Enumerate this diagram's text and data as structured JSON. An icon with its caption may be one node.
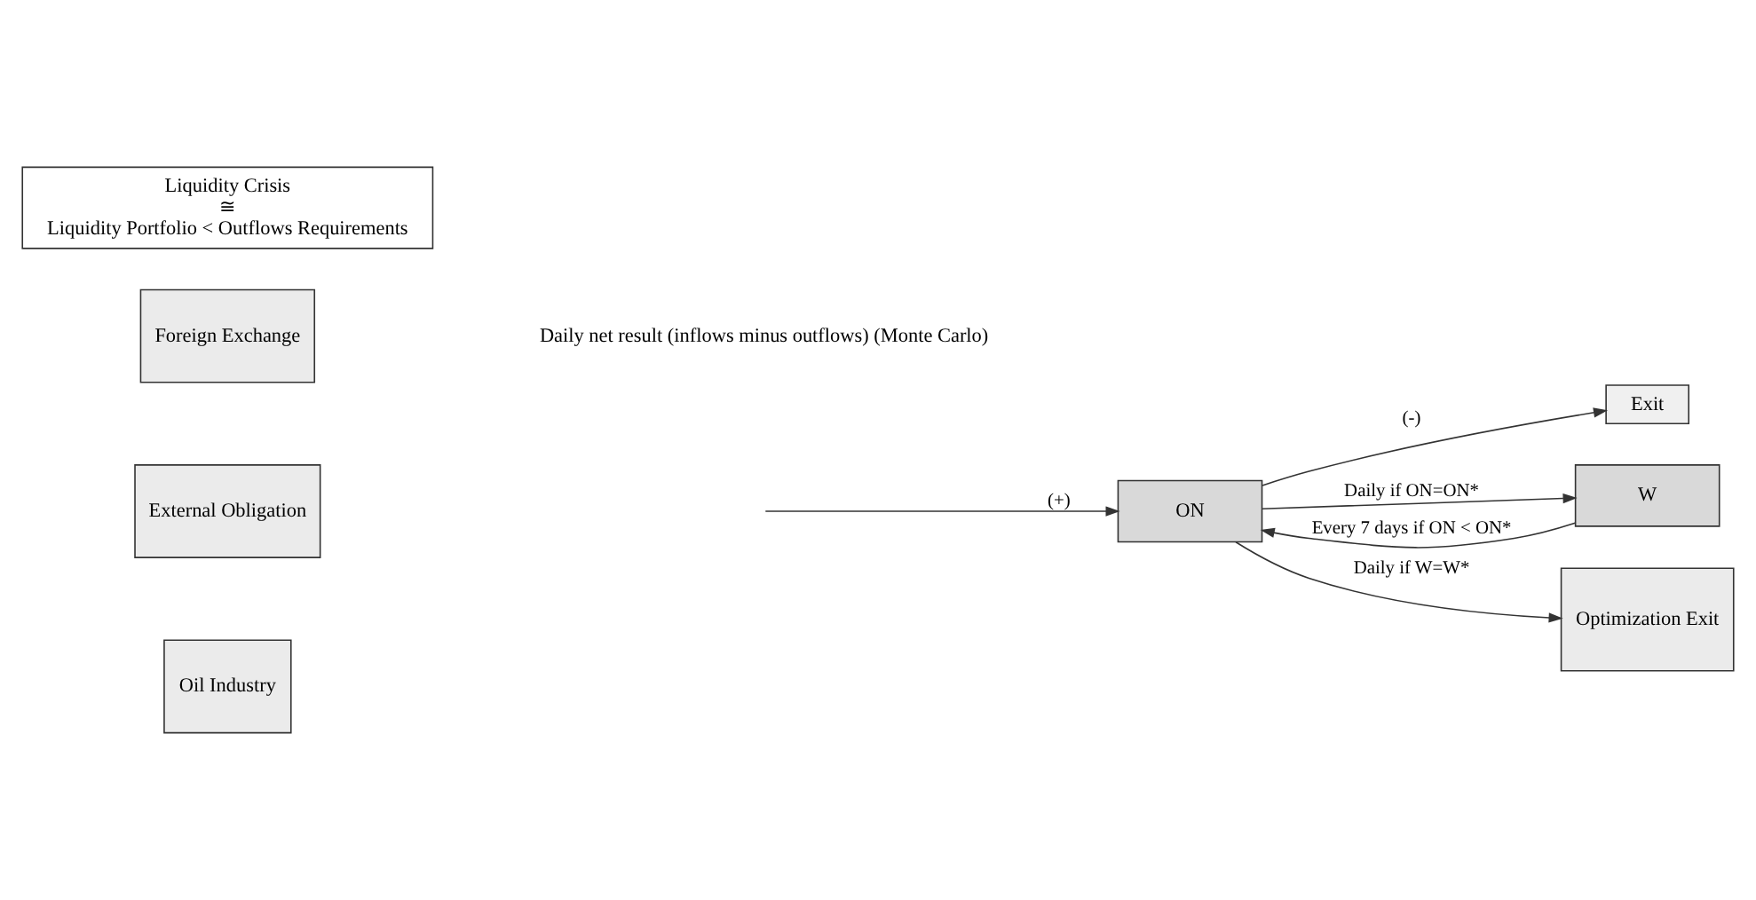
{
  "diagram": {
    "nodes": [
      {
        "text": [
          "Foreign Exchange"
        ]
      },
      {
        "text": [
          "External Obligation"
        ]
      },
      {
        "text": [
          "Oil Industry"
        ]
      },
      {
        "text": [
          "Exit"
        ]
      },
      {
        "text": [
          "ON"
        ]
      },
      {
        "text": [
          "W"
        ]
      },
      {
        "text": [
          "Optimization Exit"
        ]
      },
      {
        "text": [
          "Liquidity Crisis",
          "≅",
          "Liquidity Portfolio < Outflows Requirements"
        ]
      }
    ],
    "edges": [
      {
        "from": null,
        "to": 4,
        "arrow": "to",
        "label": "(+)"
      },
      {
        "from": 4,
        "to": 3,
        "arrow": "to",
        "label": "(-)"
      },
      {
        "from": 4,
        "to": 5,
        "arrow": "to",
        "label": "Daily if ON=ON*"
      },
      {
        "from": 5,
        "to": 4,
        "arrow": "to",
        "label": "Every 7 days if ON < ON*"
      },
      {
        "from": 4,
        "to": 6,
        "arrow": "to",
        "label": "Daily if W=W*"
      }
    ],
    "labels": [
      "Daily net result (inflows minus outflows) (Monte Carlo)"
    ]
  }
}
